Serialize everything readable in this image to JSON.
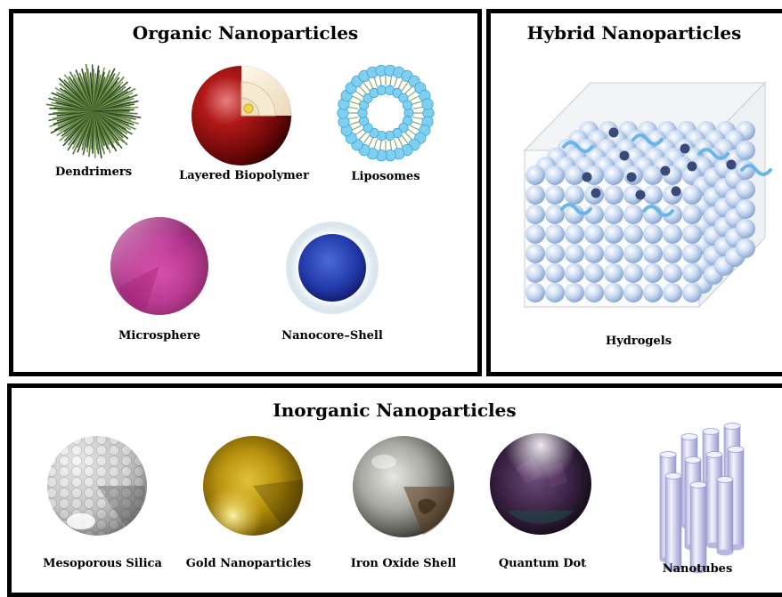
{
  "organic": {
    "title": "Organic Nanoparticles",
    "items": [
      {
        "label": "Dendrimers"
      },
      {
        "label": "Layered Biopolymer"
      },
      {
        "label": "Liposomes"
      },
      {
        "label": "Microsphere"
      },
      {
        "label": "Nanocore–Shell"
      }
    ]
  },
  "hybrid": {
    "title": "Hybrid Nanoparticles",
    "items": [
      {
        "label": "Hydrogels"
      }
    ]
  },
  "inorganic": {
    "title": "Inorganic Nanoparticles",
    "items": [
      {
        "label": "Mesoporous Silica"
      },
      {
        "label": "Gold Nanoparticles"
      },
      {
        "label": "Iron Oxide Shell"
      },
      {
        "label": "Quantum Dot"
      },
      {
        "label": "Nanotubes"
      }
    ]
  }
}
